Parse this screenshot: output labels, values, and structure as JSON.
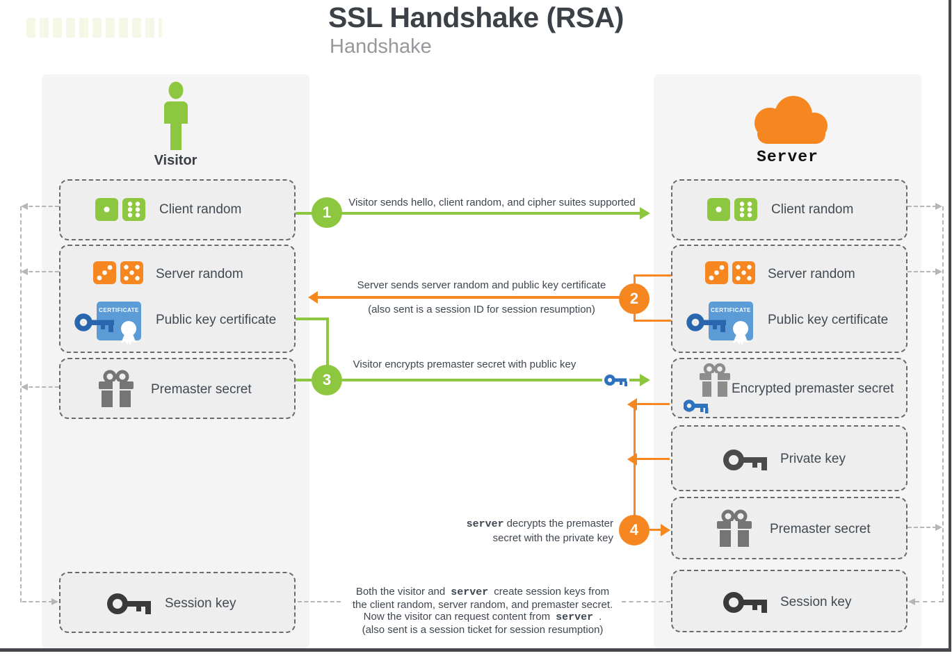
{
  "title": "SSL Handshake (RSA)",
  "subtitle": "Handshake",
  "visitor": {
    "label": "Visitor"
  },
  "server": {
    "label": "Server"
  },
  "boxes": {
    "visitor": {
      "client_random": "Client random",
      "server_random": "Server random",
      "public_key_certificate": "Public key certificate",
      "premaster_secret": "Premaster secret",
      "session_key": "Session key"
    },
    "server": {
      "client_random": "Client random",
      "server_random": "Server random",
      "public_key_certificate": "Public key certificate",
      "encrypted_premaster_secret": "Encrypted premaster secret",
      "private_key": "Private key",
      "premaster_secret": "Premaster secret",
      "session_key": "Session key"
    }
  },
  "steps": {
    "s1": {
      "num": "1",
      "label": "Visitor sends hello, client random, and cipher suites supported"
    },
    "s2": {
      "num": "2",
      "label": "Server sends server random and public key certificate",
      "sublabel": "(also sent is a session ID for session resumption)"
    },
    "s3": {
      "num": "3",
      "label": "Visitor encrypts premaster secret with public key"
    },
    "s4": {
      "num": "4",
      "mono": "server",
      "line1_rest": "decrypts the premaster",
      "line2": "secret with the private key"
    }
  },
  "footer": {
    "l1a": "Both the visitor and",
    "l1_mono": "server",
    "l1b": "create session keys from",
    "l2": "the client random, server random, and premaster secret.",
    "l3a": "Now the visitor can request content from",
    "l3_mono": "server",
    "l3b": ".",
    "l4": "(also sent is a session ticket for session resumption)"
  },
  "colors": {
    "green": "#8dc63f",
    "orange": "#f6861f",
    "certificate_blue": "#5b9cd7",
    "key_blue": "#2a66ae",
    "box_fill": "#eeeeee",
    "panel_fill": "#f4f4f4",
    "text_dark": "#414a52"
  }
}
